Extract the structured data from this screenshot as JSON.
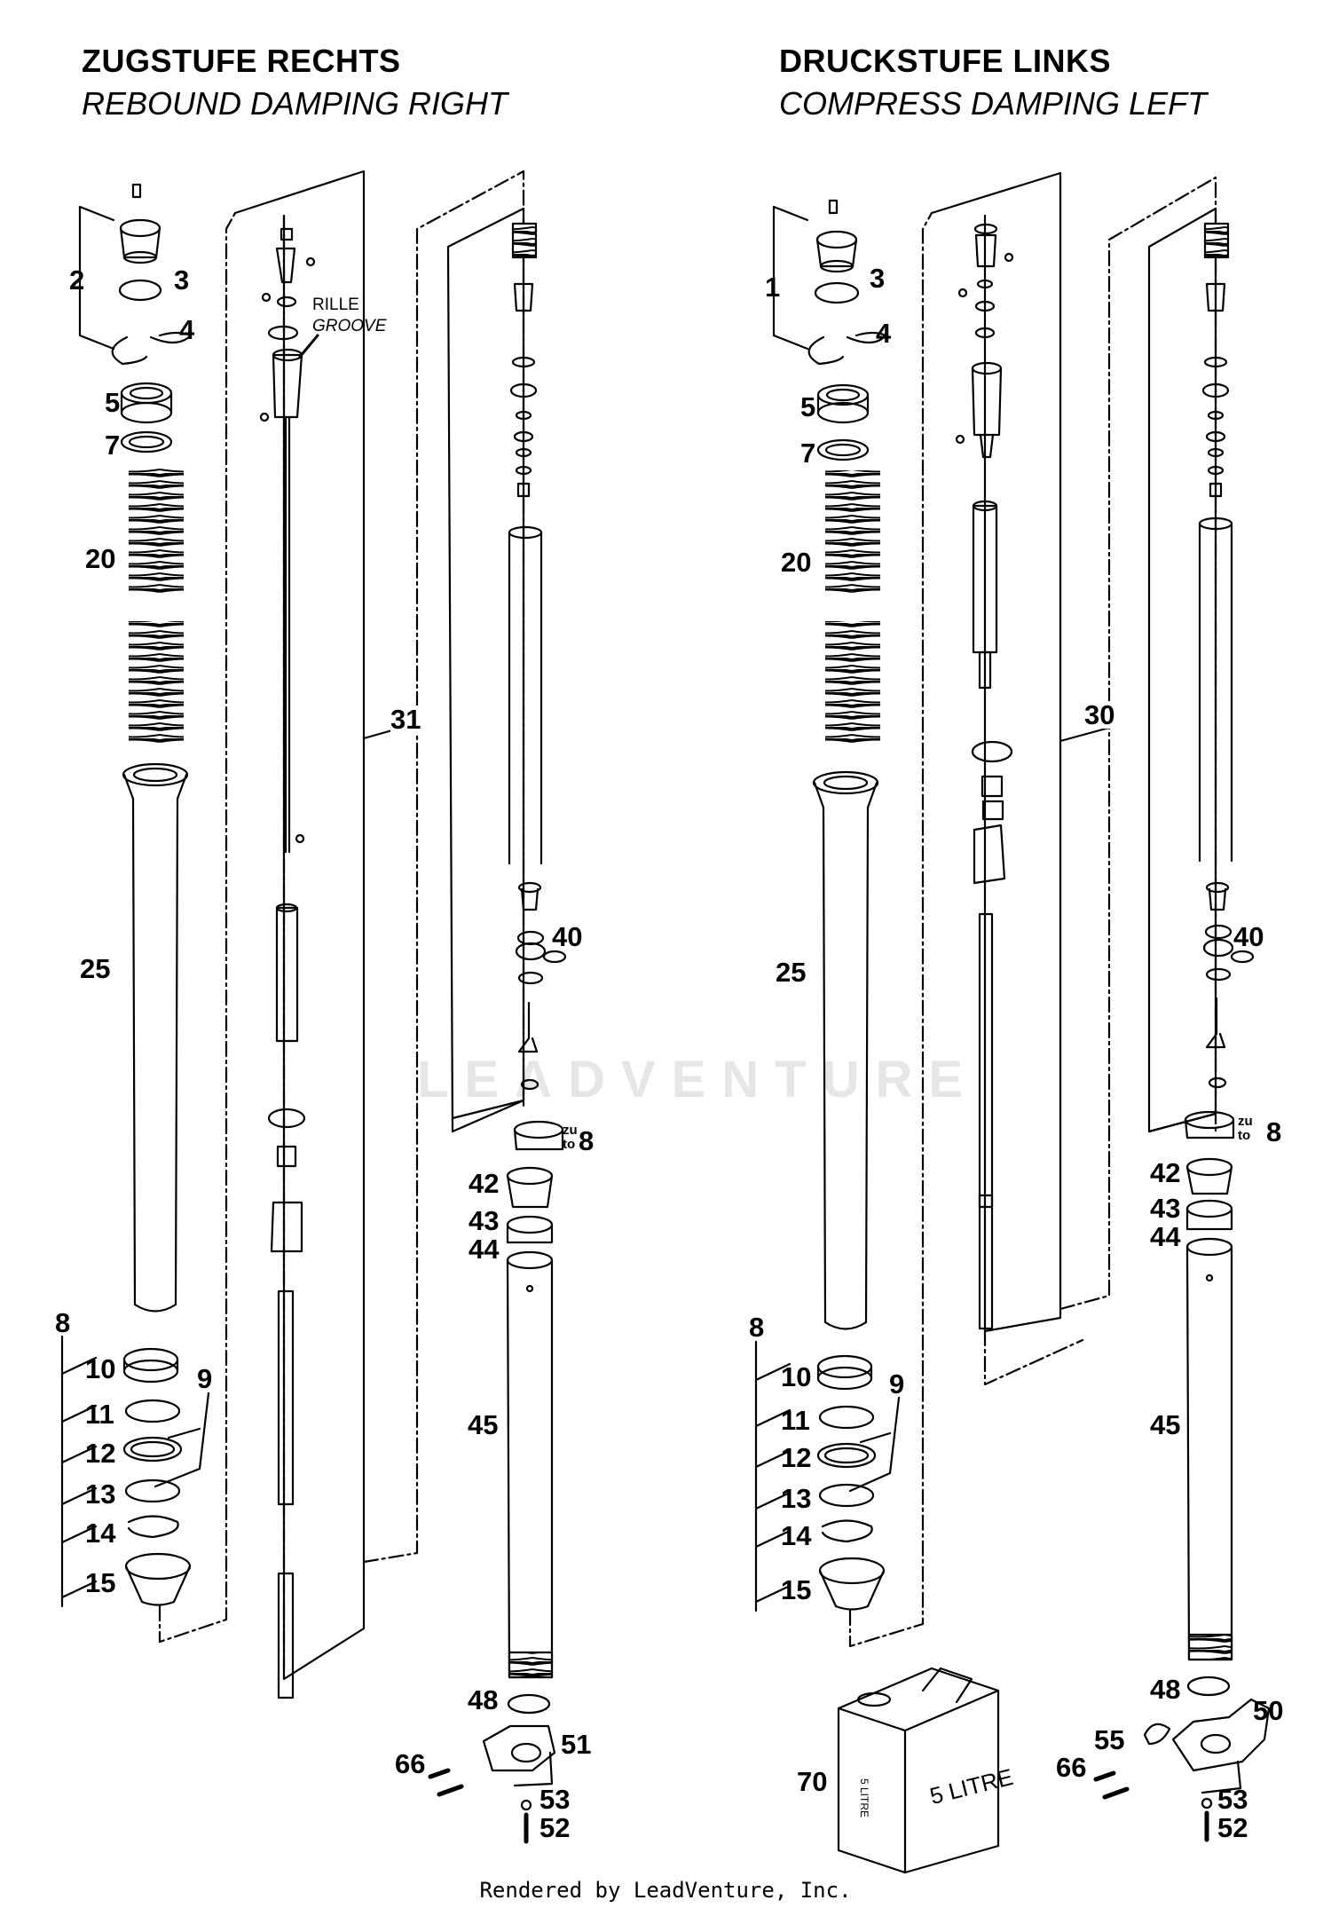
{
  "header": {
    "left_title": "ZUGSTUFE RECHTS",
    "left_subtitle": "REBOUND DAMPING RIGHT",
    "right_title": "DRUCKSTUFE LINKS",
    "right_subtitle": "COMPRESS DAMPING LEFT"
  },
  "annotations": {
    "rille": "RILLE",
    "groove": "GROOVE",
    "zu": "zu",
    "to": "to",
    "can_label": "5 LITRE",
    "can_label_small": "5 LITRE"
  },
  "left_callouts": {
    "c2": "2",
    "c3": "3",
    "c4": "4",
    "c5": "5",
    "c7": "7",
    "c20": "20",
    "c25": "25",
    "c8": "8",
    "c10": "10",
    "c9": "9",
    "c11": "11",
    "c12": "12",
    "c13": "13",
    "c14": "14",
    "c15": "15",
    "c31": "31",
    "c40": "40",
    "c8b": "8",
    "c42": "42",
    "c43": "43",
    "c44": "44",
    "c45": "45",
    "c48": "48",
    "c51": "51",
    "c66": "66",
    "c53": "53",
    "c52": "52"
  },
  "right_callouts": {
    "c1": "1",
    "c3": "3",
    "c4": "4",
    "c5": "5",
    "c7": "7",
    "c20": "20",
    "c25": "25",
    "c8": "8",
    "c10": "10",
    "c9": "9",
    "c11": "11",
    "c12": "12",
    "c13": "13",
    "c14": "14",
    "c15": "15",
    "c30": "30",
    "c40": "40",
    "c8b": "8",
    "c42": "42",
    "c43": "43",
    "c44": "44",
    "c45": "45",
    "c48": "48",
    "c50": "50",
    "c55": "55",
    "c66": "66",
    "c70": "70",
    "c53": "53",
    "c52": "52"
  },
  "watermark": "LEADVENTURE",
  "footer": "Rendered by LeadVenture, Inc."
}
